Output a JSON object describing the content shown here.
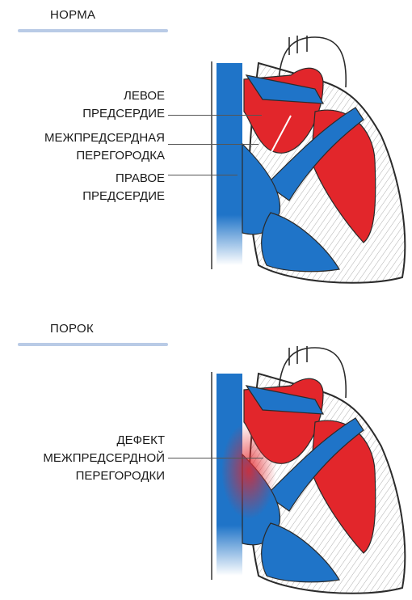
{
  "normal": {
    "title": "НОРМА",
    "labels": {
      "left_atrium": [
        "ЛЕВОЕ",
        "ПРЕДСЕРДИЕ"
      ],
      "septum": [
        "МЕЖПРЕДСЕРДНАЯ",
        "ПЕРЕГОРОДКА"
      ],
      "right_atrium": [
        "ПРАВОЕ",
        "ПРЕДСЕРДИЕ"
      ]
    }
  },
  "defect": {
    "title": "ПОРОК",
    "labels": {
      "septal_defect": [
        "ДЕФЕКТ",
        "МЕЖПРЕДСЕРДНОЙ",
        "ПЕРЕГОРОДКИ"
      ]
    }
  },
  "colors": {
    "rule": "#b9cbe6",
    "oxygenated": "#e2262b",
    "deoxygenated": "#1f74c8",
    "outline": "#2b2b2b"
  }
}
